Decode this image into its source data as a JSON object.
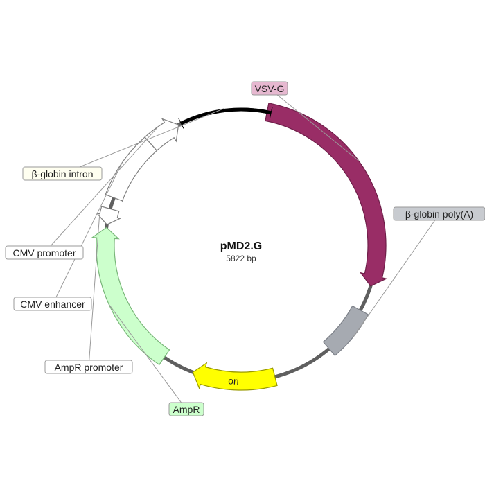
{
  "plasmid": {
    "name": "pMD2.G",
    "length": "5822 bp"
  },
  "backbone_color": "#5f5f5f",
  "features": [
    {
      "id": "vsvg",
      "label": "VSV-G",
      "type": "arrow",
      "start": 0,
      "end": 1.56,
      "fill": "#992d66",
      "stroke": "#6e1f49",
      "label_bg": "#e6b8d0"
    },
    {
      "id": "poly",
      "label": "β-globin poly(A)",
      "type": "box",
      "start": 1.74,
      "end": 2.08,
      "fill": "#a6aab1",
      "stroke": "#7c8088",
      "label_bg": "#c8cbd0"
    },
    {
      "id": "ori",
      "label": "ori",
      "type": "arrow",
      "start": 2.5,
      "end": 3.07,
      "fill": "#ffff00",
      "stroke": "#999900",
      "label_bg": "#ffff00"
    },
    {
      "id": "ampr",
      "label": "AmpR",
      "type": "arrow",
      "start": 3.29,
      "end": 4.31,
      "fill": "#ccffcc",
      "stroke": "#79b679",
      "label_bg": "#ccffcc"
    },
    {
      "id": "amprp",
      "label": "AmpR promoter",
      "type": "arrow-rev",
      "start": 4.33,
      "end": 4.44,
      "fill": "#ffffff",
      "stroke": "#7f7f7f",
      "label_bg": "#ffffff"
    },
    {
      "id": "cmvenh",
      "label": "CMV enhancer",
      "type": "box",
      "start": 4.52,
      "end": 4.97,
      "fill": "#ffffff",
      "stroke": "#7f7f7f",
      "label_bg": "#ffffff"
    },
    {
      "id": "cmvprom",
      "label": "CMV promoter",
      "type": "arrow",
      "start": 4.97,
      "end": 5.2,
      "fill": "#ffffff",
      "stroke": "#7f7f7f",
      "label_bg": "#ffffff"
    },
    {
      "id": "intron",
      "label": "β-globin intron",
      "type": "thick",
      "start": 5.22,
      "end": 5.85,
      "fill": "#000000",
      "stroke": "#000000",
      "label_bg": "#fffff0"
    }
  ]
}
